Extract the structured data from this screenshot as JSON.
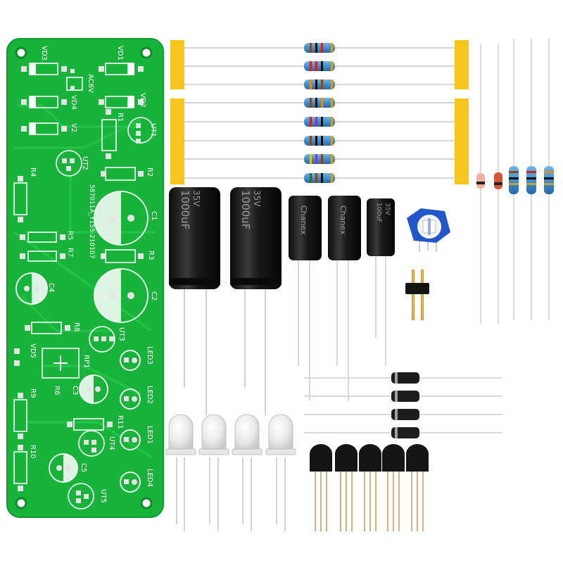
{
  "pcb": {
    "board_code": "587011A_Y155-210107",
    "labels": {
      "vd3": "VD3",
      "vd1": "VD1",
      "ac6v": "AC6V",
      "vd4": "VD4",
      "vd2": "VD2",
      "r1": "R1",
      "v2": "V2",
      "ut1": "UT1",
      "ut2": "UT2",
      "r4": "R4",
      "r2": "R2",
      "c1": "C1",
      "r5": "R5",
      "r7": "R7",
      "r3": "R3",
      "c4": "C4",
      "c2": "C2",
      "r8": "R8",
      "ut3": "UT3",
      "vd5": "VD5",
      "led3": "LED3",
      "rp1": "RP1",
      "r6": "R6",
      "c3": "C3",
      "r9": "R9",
      "led2": "LED2",
      "r11": "R11",
      "ut4": "UT4",
      "led1": "LED1",
      "r10": "R10",
      "c5": "C5",
      "led4": "LED4",
      "ut5": "UT5"
    }
  },
  "capacitors": {
    "large_1": "1000uF",
    "large_1_volt": "35V",
    "large_2": "1000uF",
    "large_2_volt": "35V",
    "small_brand_1": "Chanex",
    "small_brand_2": "Chanex",
    "small_3": "100uF",
    "small_3_volt": "35V"
  },
  "colors": {
    "pcb_green": "#18b33b",
    "pcb_trace": "#1fc446",
    "tape_yellow": "#f7c61e",
    "resistor_blue": "#3f8fd0",
    "cap_black": "#1b1b1b"
  }
}
